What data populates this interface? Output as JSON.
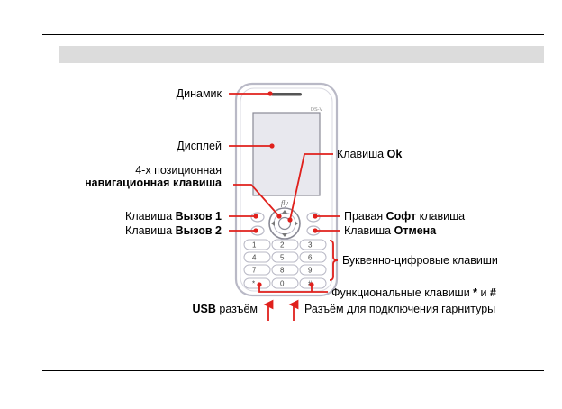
{
  "labels": {
    "speaker": "Динамик",
    "display": "Дисплей",
    "nav_line1": "4-х позиционная",
    "nav_line2": "навигационная клавиша",
    "call1_pre": "Клавиша ",
    "call1_bold": "Вызов 1",
    "call2_pre": "Клавиша ",
    "call2_bold": "Вызов 2",
    "usb_bold": "USB",
    "usb_post": " разъём",
    "ok_pre": "Клавиша ",
    "ok_bold": "Ok",
    "right_soft_pre": "Правая ",
    "right_soft_bold": "Софт",
    "right_soft_post": " клавиша",
    "cancel_pre": "Клавиша ",
    "cancel_bold": "Отмена",
    "alnum": "Буквенно-цифровые клавиши",
    "func_pre": "Функциональные клавиши ",
    "func_star": "*",
    "func_mid": " и ",
    "func_hash": "#",
    "headset": "Разъём для подключения гарнитуры"
  },
  "phone": {
    "brand": "fly",
    "model": "DS-V",
    "keys": [
      "1",
      "2",
      "3",
      "4",
      "5",
      "6",
      "7",
      "8",
      "9",
      "*",
      "0",
      "#"
    ]
  },
  "colors": {
    "callout": "#e0201c",
    "phone_outline": "#b9b9c6",
    "screen": "#e8e8ee",
    "text": "#000000"
  }
}
